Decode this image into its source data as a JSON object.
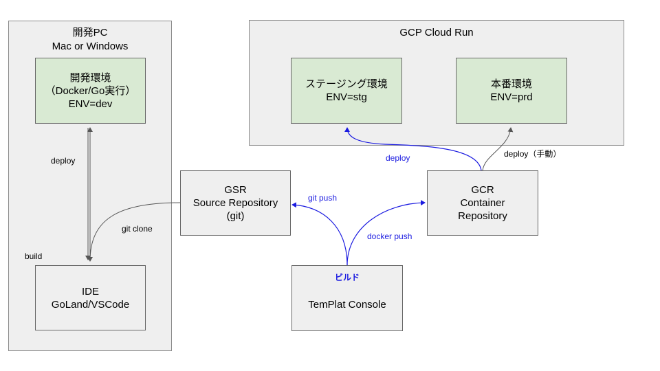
{
  "groups": {
    "dev_pc": {
      "title1": "開発PC",
      "title2": "Mac or Windows"
    },
    "cloud_run": {
      "title": "GCP Cloud Run"
    }
  },
  "nodes": {
    "dev_env": {
      "line1": "開発環境",
      "line2": "（Docker/Go実行）",
      "line3": "ENV=dev"
    },
    "ide": {
      "line1": "IDE",
      "line2": "GoLand/VSCode"
    },
    "gsr": {
      "line1": "GSR",
      "line2": "Source Repository",
      "line3": "(git)"
    },
    "gcr": {
      "line1": "GCR",
      "line2": "Container",
      "line3": "Repository"
    },
    "templat": {
      "tag": "ビルド",
      "line1": "TemPlat Console"
    },
    "staging": {
      "line1": "ステージング環境",
      "line2": "ENV=stg"
    },
    "prod": {
      "line1": "本番環境",
      "line2": "ENV=prd"
    }
  },
  "edges": {
    "deploy_local": "deploy",
    "build": "build",
    "git_clone": "git clone",
    "git_push": "git push",
    "docker_push": "docker push",
    "deploy_stg": "deploy",
    "deploy_prd": "deploy（手動）"
  },
  "colors": {
    "blue_edge": "#1a1ae0",
    "gray_edge": "#555555",
    "env_fill": "#d9ead3",
    "box_fill": "#efefef"
  }
}
